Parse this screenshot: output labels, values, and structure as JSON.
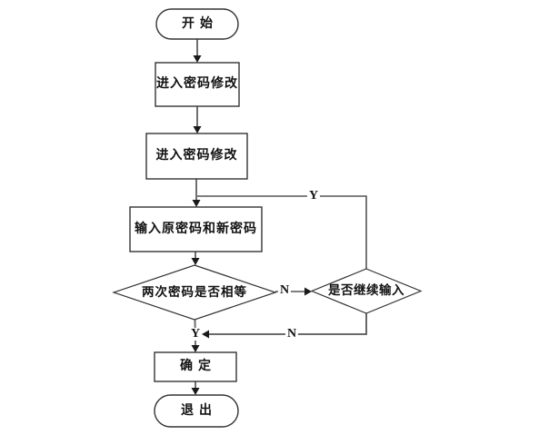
{
  "diagram": {
    "type": "flowchart",
    "background": "#ffffff",
    "colors": {
      "shape_fill": "#ffffff",
      "shape_stroke": "#333333",
      "connector": "#6f6f6f",
      "loop_connector": "#555555",
      "arrowhead": "#1a1a1a",
      "text": "#111111"
    },
    "nodes": [
      {
        "id": "start",
        "type": "terminator",
        "label": "开始"
      },
      {
        "id": "step1",
        "type": "process",
        "label": "进入密码修改"
      },
      {
        "id": "step2",
        "type": "process",
        "label": "进入密码修改"
      },
      {
        "id": "step3",
        "type": "process",
        "label": "输入原密码和新密码"
      },
      {
        "id": "decision1",
        "type": "decision",
        "label": "两次密码是否相等"
      },
      {
        "id": "decision2",
        "type": "decision",
        "label": "是否继续输入"
      },
      {
        "id": "confirm",
        "type": "process",
        "label": "确定"
      },
      {
        "id": "end",
        "type": "terminator",
        "label": "退出"
      }
    ],
    "edges": [
      {
        "from": "start",
        "to": "step1",
        "label": ""
      },
      {
        "from": "step1",
        "to": "step2",
        "label": ""
      },
      {
        "from": "step2",
        "to": "step3",
        "label": ""
      },
      {
        "from": "step3",
        "to": "decision1",
        "label": ""
      },
      {
        "from": "decision1",
        "to": "decision2",
        "label": "N"
      },
      {
        "from": "decision1",
        "to": "confirm",
        "label": "Y"
      },
      {
        "from": "decision2",
        "to": "step3",
        "label": "Y"
      },
      {
        "from": "decision2",
        "to": "confirm",
        "label": "N"
      },
      {
        "from": "confirm",
        "to": "end",
        "label": ""
      }
    ]
  }
}
